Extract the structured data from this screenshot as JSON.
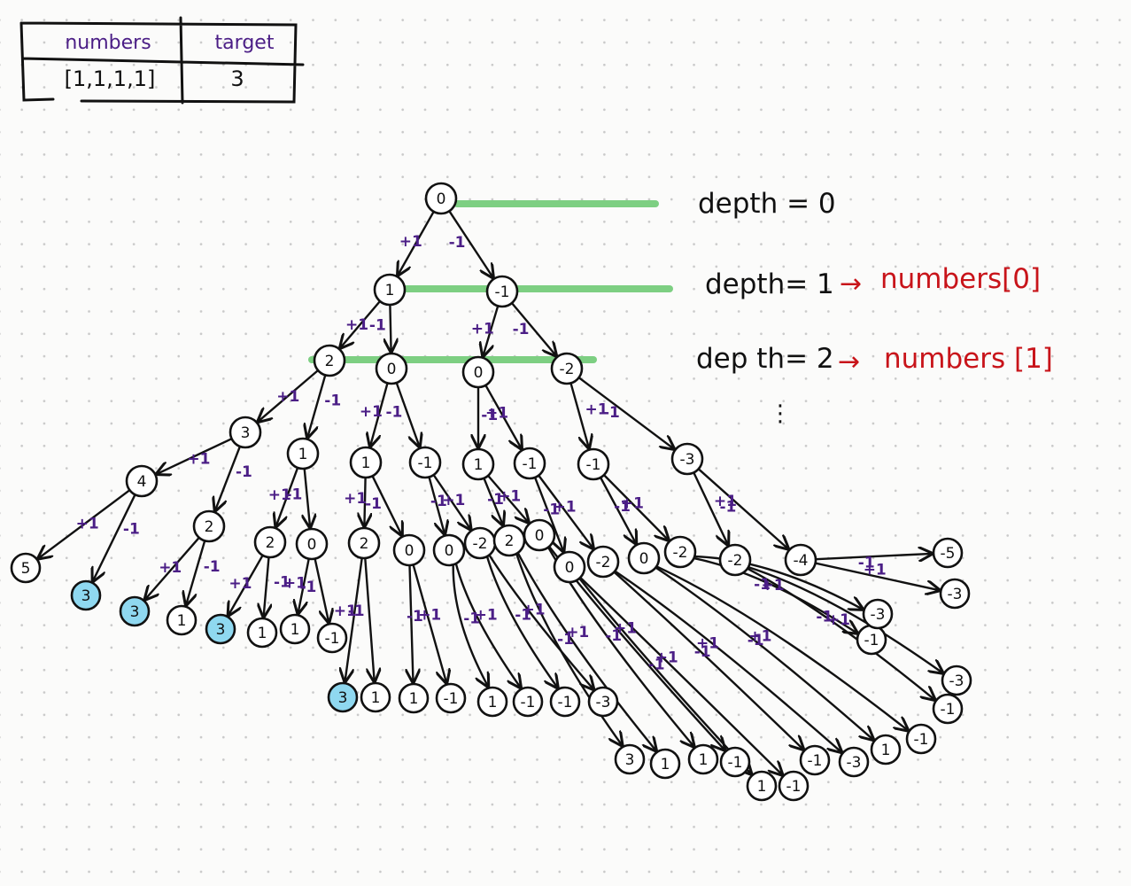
{
  "table": {
    "headers": [
      "numbers",
      "target"
    ],
    "values": [
      "[1,1,1,1]",
      "3"
    ]
  },
  "depth_labels": [
    {
      "text": "depth = 0",
      "numbers_ref": ""
    },
    {
      "text": "depth= 1",
      "numbers_ref": "numbers[0]"
    },
    {
      "text": "dep th= 2",
      "numbers_ref": "numbers [1]"
    }
  ],
  "continuation": "⋮",
  "arrow_symbol": "→",
  "colors": {
    "stroke": "#111111",
    "sign_label": "#4b1e86",
    "depth_bar": "#7dcf82",
    "numbers_ref": "#c8141a",
    "target_highlight": "#8fd8f0"
  },
  "tree": {
    "nodes": [
      {
        "id": "r",
        "label": "0",
        "depth": 0
      },
      {
        "id": "a",
        "label": "1",
        "depth": 1,
        "parent": "r",
        "sign": "+1"
      },
      {
        "id": "b",
        "label": "-1",
        "depth": 1,
        "parent": "r",
        "sign": "-1"
      },
      {
        "id": "c",
        "label": "2",
        "depth": 2,
        "parent": "a",
        "sign": "+1"
      },
      {
        "id": "d",
        "label": "0",
        "depth": 2,
        "parent": "a",
        "sign": "-1"
      },
      {
        "id": "e",
        "label": "0",
        "depth": 2,
        "parent": "b",
        "sign": "+1"
      },
      {
        "id": "f",
        "label": "-2",
        "depth": 2,
        "parent": "b",
        "sign": "-1"
      },
      {
        "id": "g",
        "label": "3",
        "depth": 3,
        "parent": "c",
        "sign": "+1"
      },
      {
        "id": "h",
        "label": "1",
        "depth": 3,
        "parent": "c",
        "sign": "-1"
      },
      {
        "id": "i",
        "label": "1",
        "depth": 3,
        "parent": "d",
        "sign": "+1"
      },
      {
        "id": "j",
        "label": "-1",
        "depth": 3,
        "parent": "d",
        "sign": "-1"
      },
      {
        "id": "k",
        "label": "1",
        "depth": 3,
        "parent": "e",
        "sign": "+1"
      },
      {
        "id": "l",
        "label": "-1",
        "depth": 3,
        "parent": "e",
        "sign": "-1"
      },
      {
        "id": "m",
        "label": "-1",
        "depth": 3,
        "parent": "f",
        "sign": "+1"
      },
      {
        "id": "n",
        "label": "-3",
        "depth": 3,
        "parent": "f",
        "sign": "-1"
      },
      {
        "id": "o",
        "label": "4",
        "depth": 4,
        "parent": "g",
        "sign": "+1"
      },
      {
        "id": "p",
        "label": "2",
        "depth": 4,
        "parent": "g",
        "sign": "-1"
      },
      {
        "id": "q",
        "label": "2",
        "depth": 4,
        "parent": "h",
        "sign": "+1"
      },
      {
        "id": "s",
        "label": "0",
        "depth": 4,
        "parent": "h",
        "sign": "-1"
      },
      {
        "id": "t",
        "label": "2",
        "depth": 4,
        "parent": "i",
        "sign": "+1"
      },
      {
        "id": "u",
        "label": "0",
        "depth": 4,
        "parent": "i",
        "sign": "-1"
      },
      {
        "id": "v",
        "label": "0",
        "depth": 4,
        "parent": "j",
        "sign": "+1"
      },
      {
        "id": "w",
        "label": "-2",
        "depth": 4,
        "parent": "j",
        "sign": "-1"
      },
      {
        "id": "x",
        "label": "2",
        "depth": 4,
        "parent": "k",
        "sign": "+1"
      },
      {
        "id": "y",
        "label": "0",
        "depth": 4,
        "parent": "k",
        "sign": "-1"
      },
      {
        "id": "z",
        "label": "0",
        "depth": 4,
        "parent": "l",
        "sign": "+1"
      },
      {
        "id": "aa",
        "label": "-2",
        "depth": 4,
        "parent": "l",
        "sign": "-1"
      },
      {
        "id": "ab",
        "label": "0",
        "depth": 4,
        "parent": "m",
        "sign": "+1"
      },
      {
        "id": "ac",
        "label": "-2",
        "depth": 4,
        "parent": "m",
        "sign": "-1"
      },
      {
        "id": "ad",
        "label": "-2",
        "depth": 4,
        "parent": "n",
        "sign": "+1"
      },
      {
        "id": "ae",
        "label": "-4",
        "depth": 4,
        "parent": "n",
        "sign": "-1"
      },
      {
        "id": "l1",
        "label": "5",
        "depth": 5,
        "parent": "o",
        "sign": "+1"
      },
      {
        "id": "l2",
        "label": "3",
        "depth": 5,
        "parent": "o",
        "sign": "-1",
        "target": true
      },
      {
        "id": "l3",
        "label": "3",
        "depth": 5,
        "parent": "p",
        "sign": "+1",
        "target": true
      },
      {
        "id": "l4",
        "label": "1",
        "depth": 5,
        "parent": "p",
        "sign": "-1"
      },
      {
        "id": "l5",
        "label": "3",
        "depth": 5,
        "parent": "q",
        "sign": "+1",
        "target": true
      },
      {
        "id": "l6",
        "label": "1",
        "depth": 5,
        "parent": "q",
        "sign": "-1"
      },
      {
        "id": "l7",
        "label": "1",
        "depth": 5,
        "parent": "s",
        "sign": "+1"
      },
      {
        "id": "l8",
        "label": "-1",
        "depth": 5,
        "parent": "s",
        "sign": "-1"
      },
      {
        "id": "l9",
        "label": "3",
        "depth": 5,
        "parent": "t",
        "sign": "+1",
        "target": true
      },
      {
        "id": "l10",
        "label": "1",
        "depth": 5,
        "parent": "t",
        "sign": "-1"
      },
      {
        "id": "l11",
        "label": "1",
        "depth": 5,
        "parent": "u",
        "sign": "+1"
      },
      {
        "id": "l12",
        "label": "-1",
        "depth": 5,
        "parent": "u",
        "sign": "-1"
      },
      {
        "id": "l13",
        "label": "1",
        "depth": 5,
        "parent": "v",
        "sign": "+1"
      },
      {
        "id": "l14",
        "label": "-1",
        "depth": 5,
        "parent": "v",
        "sign": "-1"
      },
      {
        "id": "l15",
        "label": "-1",
        "depth": 5,
        "parent": "w",
        "sign": "+1"
      },
      {
        "id": "l16",
        "label": "-3",
        "depth": 5,
        "parent": "w",
        "sign": "-1"
      },
      {
        "id": "l17",
        "label": "3",
        "depth": 5,
        "parent": "x",
        "sign": "+1"
      },
      {
        "id": "l18",
        "label": "1",
        "depth": 5,
        "parent": "x",
        "sign": "-1"
      },
      {
        "id": "l19",
        "label": "1",
        "depth": 5,
        "parent": "y",
        "sign": "+1"
      },
      {
        "id": "l20",
        "label": "-1",
        "depth": 5,
        "parent": "y",
        "sign": "-1"
      },
      {
        "id": "l21",
        "label": "1",
        "depth": 5,
        "parent": "z",
        "sign": "+1"
      },
      {
        "id": "l22",
        "label": "-1",
        "depth": 5,
        "parent": "z",
        "sign": "-1"
      },
      {
        "id": "l23",
        "label": "-1",
        "depth": 5,
        "parent": "aa",
        "sign": "+1"
      },
      {
        "id": "l24",
        "label": "-3",
        "depth": 5,
        "parent": "aa",
        "sign": "-1"
      },
      {
        "id": "l25",
        "label": "1",
        "depth": 5,
        "parent": "ab",
        "sign": "+1"
      },
      {
        "id": "l26",
        "label": "-1",
        "depth": 5,
        "parent": "ab",
        "sign": "-1"
      },
      {
        "id": "l27",
        "label": "-1",
        "depth": 5,
        "parent": "ac",
        "sign": "+1"
      },
      {
        "id": "l28",
        "label": "-3",
        "depth": 5,
        "parent": "ac",
        "sign": "-1"
      },
      {
        "id": "l29",
        "label": "-1",
        "depth": 5,
        "parent": "ad",
        "sign": "+1"
      },
      {
        "id": "l30",
        "label": "-3",
        "depth": 5,
        "parent": "ad",
        "sign": "-1"
      },
      {
        "id": "l31",
        "label": "-3",
        "depth": 5,
        "parent": "ae",
        "sign": "+1"
      },
      {
        "id": "l32",
        "label": "-5",
        "depth": 5,
        "parent": "ae",
        "sign": "-1"
      }
    ]
  }
}
